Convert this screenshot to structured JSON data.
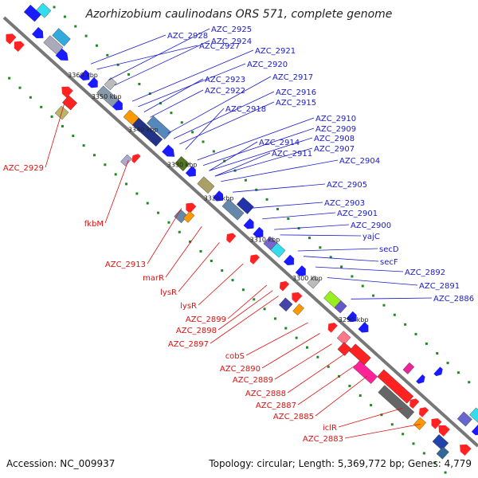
{
  "title": "Azorhizobium caulinodans ORS 571, complete genome",
  "footer": {
    "accession": "Accession: NC_009937",
    "topology": "Topology: circular; Length: 5,369,772 bp; Genes: 4,779"
  },
  "colors": {
    "forward_gene": "#1a1aff",
    "reverse_gene": "#ff2222",
    "forward_label": "#1a1acc",
    "reverse_label": "#dd1111",
    "axis": "#777777",
    "tick": "#228822"
  },
  "kbp_ticks": [
    "3360 kbp",
    "3350 kbp",
    "3340 kbp",
    "3330 kbp",
    "3320 kbp",
    "3310 kbp",
    "3300 kbp",
    "3290 kbp"
  ],
  "forward_labels": [
    "AZC_2928",
    "AZC_2927",
    "AZC_2925",
    "AZC_2924",
    "AZC_2921",
    "AZC_2920",
    "AZC_2923",
    "AZC_2922",
    "AZC_2917",
    "AZC_2916",
    "AZC_2915",
    "AZC_2918",
    "AZC_2910",
    "AZC_2909",
    "AZC_2908",
    "AZC_2907",
    "AZC_2914",
    "AZC_2911",
    "AZC_2904",
    "AZC_2905",
    "AZC_2903",
    "AZC_2901",
    "AZC_2900",
    "yajC",
    "secD",
    "secF",
    "AZC_2892",
    "AZC_2891",
    "AZC_2886"
  ],
  "reverse_labels": [
    "AZC_2929",
    "fkbM",
    "AZC_2913",
    "marR",
    "lysR",
    "lysR",
    "AZC_2899",
    "AZC_2898",
    "AZC_2897",
    "cobS",
    "AZC_2890",
    "AZC_2889",
    "AZC_2888",
    "AZC_2887",
    "AZC_2885",
    "iclR",
    "AZC_2883"
  ]
}
